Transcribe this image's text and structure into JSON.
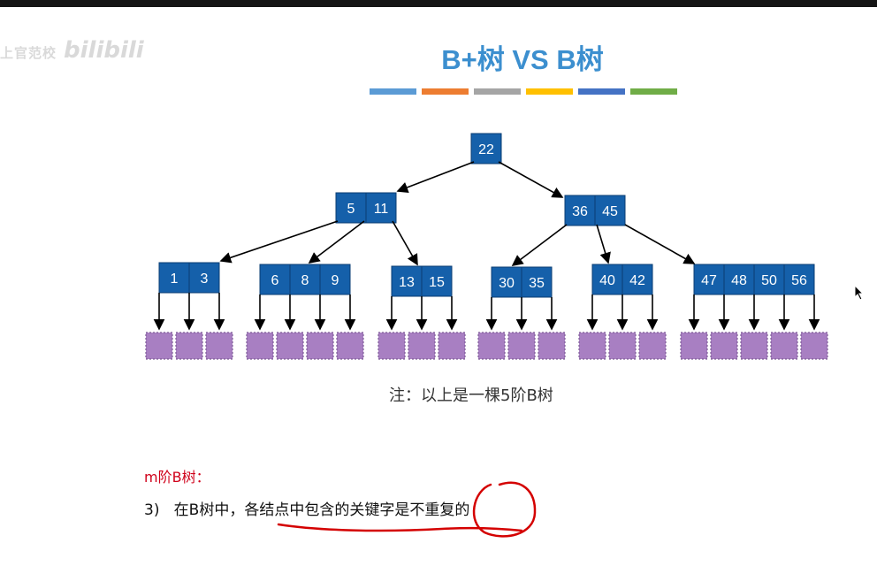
{
  "watermark": {
    "text": "上官范校",
    "brand": "bilibili"
  },
  "title": "B+树 VS B树",
  "title_bar_colors": [
    "#5b9bd5",
    "#ed7d31",
    "#a5a5a5",
    "#ffc000",
    "#4472c4",
    "#70ad47"
  ],
  "colors": {
    "key_fill": "#1560aa",
    "key_stroke": "#0a3d73",
    "leaf_fill": "#a87fc2",
    "leaf_stroke": "#7d5a96"
  },
  "tree": {
    "root": [
      "22"
    ],
    "level1": [
      [
        "5",
        "11"
      ],
      [
        "36",
        "45"
      ]
    ],
    "level2": [
      [
        "1",
        "3"
      ],
      [
        "6",
        "8",
        "9"
      ],
      [
        "13",
        "15"
      ],
      [
        "30",
        "35"
      ],
      [
        "40",
        "42"
      ],
      [
        "47",
        "48",
        "50",
        "56"
      ]
    ]
  },
  "note": "注：以上是一棵5阶B树",
  "definition": {
    "title": "m阶B树：",
    "rule": "3)   在B树中，各结点中包含的关键字是不重复的"
  }
}
